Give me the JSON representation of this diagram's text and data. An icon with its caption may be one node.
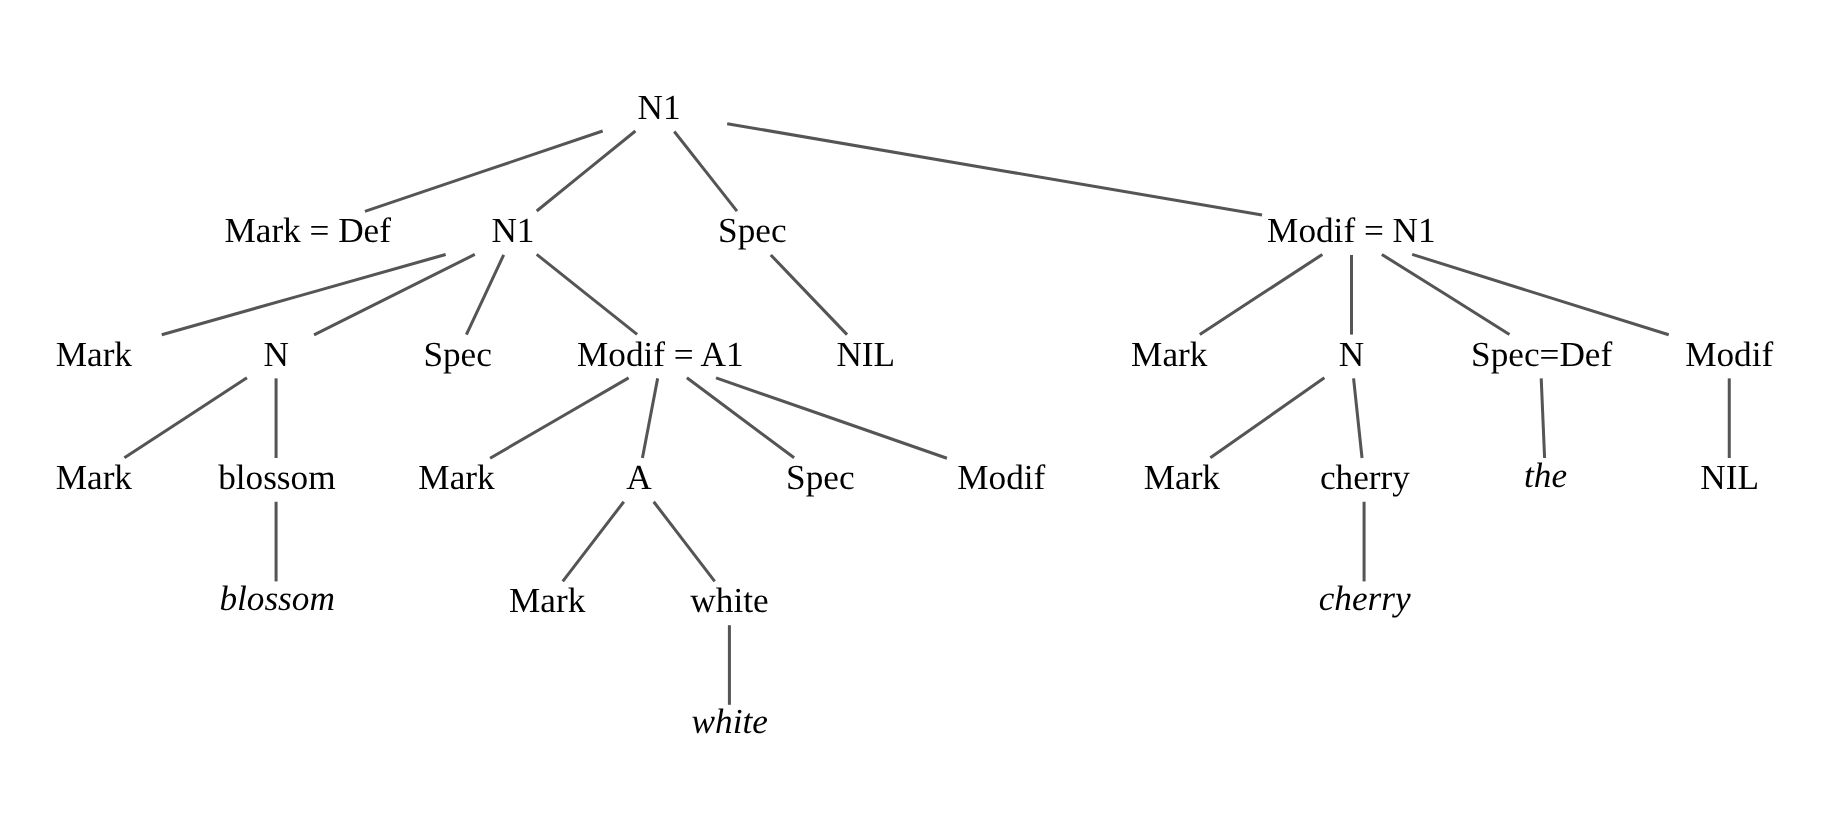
{
  "diagram": {
    "nodes": [
      {
        "text": [
          "N1"
        ]
      },
      {
        "text": [
          "Mark = Def"
        ]
      },
      {
        "text": [
          "N1"
        ]
      },
      {
        "text": [
          "Spec"
        ]
      },
      {
        "text": [
          "Modif = N1"
        ]
      },
      {
        "text": [
          "Mark"
        ]
      },
      {
        "text": [
          "N"
        ]
      },
      {
        "text": [
          "Spec"
        ]
      },
      {
        "text": [
          "Modif = A1"
        ]
      },
      {
        "text": [
          "NIL"
        ]
      },
      {
        "text": [
          "Mark"
        ]
      },
      {
        "text": [
          "N"
        ]
      },
      {
        "text": [
          "Spec=Def"
        ]
      },
      {
        "text": [
          "Modif"
        ]
      },
      {
        "text": [
          "Mark"
        ]
      },
      {
        "text": [
          "blossom"
        ]
      },
      {
        "text": [
          "Mark"
        ]
      },
      {
        "text": [
          "A"
        ]
      },
      {
        "text": [
          "Spec"
        ]
      },
      {
        "text": [
          "Modif"
        ]
      },
      {
        "text": [
          "Mark"
        ]
      },
      {
        "text": [
          "cherry"
        ]
      },
      {
        "text": [
          "the"
        ]
      },
      {
        "text": [
          "NIL"
        ]
      },
      {
        "text": [
          "blossom"
        ]
      },
      {
        "text": [
          "Mark"
        ]
      },
      {
        "text": [
          "white"
        ]
      },
      {
        "text": [
          "cherry"
        ]
      },
      {
        "text": [
          "white"
        ]
      }
    ],
    "edges": [
      {
        "from": 0,
        "to": 1,
        "arrow": "none"
      },
      {
        "from": 0,
        "to": 2,
        "arrow": "none"
      },
      {
        "from": 0,
        "to": 3,
        "arrow": "none"
      },
      {
        "from": 0,
        "to": 4,
        "arrow": "none"
      },
      {
        "from": 2,
        "to": 5,
        "arrow": "none"
      },
      {
        "from": 2,
        "to": 6,
        "arrow": "none"
      },
      {
        "from": 2,
        "to": 7,
        "arrow": "none"
      },
      {
        "from": 2,
        "to": 8,
        "arrow": "none"
      },
      {
        "from": 3,
        "to": 9,
        "arrow": "none"
      },
      {
        "from": 4,
        "to": 10,
        "arrow": "none"
      },
      {
        "from": 4,
        "to": 11,
        "arrow": "none"
      },
      {
        "from": 4,
        "to": 12,
        "arrow": "none"
      },
      {
        "from": 4,
        "to": 13,
        "arrow": "none"
      },
      {
        "from": 6,
        "to": 14,
        "arrow": "none"
      },
      {
        "from": 6,
        "to": 15,
        "arrow": "none"
      },
      {
        "from": 8,
        "to": 16,
        "arrow": "none"
      },
      {
        "from": 8,
        "to": 17,
        "arrow": "none"
      },
      {
        "from": 8,
        "to": 18,
        "arrow": "none"
      },
      {
        "from": 8,
        "to": 19,
        "arrow": "none"
      },
      {
        "from": 11,
        "to": 20,
        "arrow": "none"
      },
      {
        "from": 11,
        "to": 21,
        "arrow": "none"
      },
      {
        "from": 12,
        "to": 22,
        "arrow": "none"
      },
      {
        "from": 13,
        "to": 23,
        "arrow": "none"
      },
      {
        "from": 15,
        "to": 24,
        "arrow": "none"
      },
      {
        "from": 17,
        "to": 25,
        "arrow": "none"
      },
      {
        "from": 17,
        "to": 26,
        "arrow": "none"
      },
      {
        "from": 21,
        "to": 27,
        "arrow": "none"
      },
      {
        "from": 26,
        "to": 28,
        "arrow": "none"
      }
    ]
  }
}
